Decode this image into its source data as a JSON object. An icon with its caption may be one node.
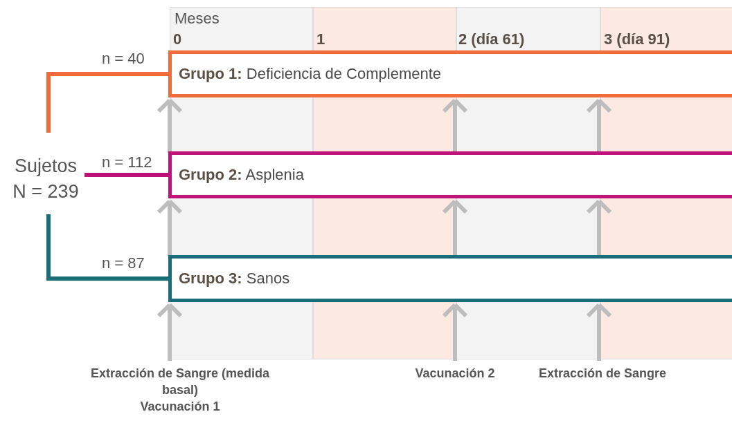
{
  "diagram": {
    "nodes": [
      {
        "text": [
          "Sujetos N = 239"
        ]
      },
      {
        "text": [
          "**Grupo 1:** Deficiencia de Complemente"
        ]
      },
      {
        "text": [
          "**Grupo 2:** Asplenia"
        ]
      },
      {
        "text": [
          "**Grupo 3:** Sanos"
        ]
      },
      {
        "text": [
          "Extracción de Sangre (medida basal)",
          "Vacunación 1"
        ]
      },
      {
        "text": [
          "Vacunación 2"
        ]
      },
      {
        "text": [
          "Extracción de Sangre"
        ]
      }
    ],
    "edges": [
      {
        "from": 0,
        "to": 1,
        "arrow": "none",
        "label": "n = 40",
        "color": "#f26b3a"
      },
      {
        "from": 0,
        "to": 2,
        "arrow": "none",
        "label": "n = 112",
        "color": "#c0137a"
      },
      {
        "from": 0,
        "to": 3,
        "arrow": "none",
        "label": "n = 87",
        "color": "#1a6e7a"
      },
      {
        "from": 4,
        "to": 3,
        "arrow": "to"
      },
      {
        "from": 3,
        "to": 2,
        "arrow": "to"
      },
      {
        "from": 2,
        "to": 1,
        "arrow": "to"
      },
      {
        "from": 5,
        "to": 3,
        "arrow": "to"
      },
      {
        "from": 3,
        "to": 2,
        "arrow": "to"
      },
      {
        "from": 2,
        "to": 1,
        "arrow": "to"
      },
      {
        "from": 6,
        "to": 3,
        "arrow": "to"
      },
      {
        "from": 3,
        "to": 2,
        "arrow": "to"
      },
      {
        "from": 2,
        "to": 1,
        "arrow": "to"
      }
    ],
    "labels": [
      "Meses",
      "0",
      "1",
      "2 (día 61)",
      "3 (día 91)"
    ]
  }
}
